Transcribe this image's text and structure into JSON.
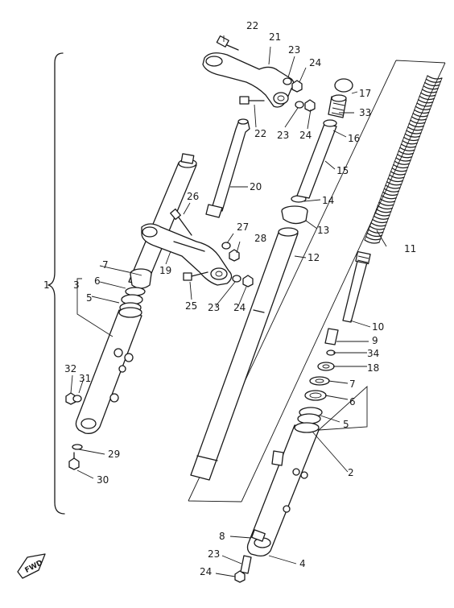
{
  "labels": {
    "l1": "1",
    "l2": "2",
    "l3": "3",
    "l4": "4",
    "l5a": "5",
    "l5b": "5",
    "l6a": "6",
    "l6b": "6",
    "l7a": "7",
    "l7b": "7",
    "l8": "8",
    "l9": "9",
    "l10": "10",
    "l11": "11",
    "l12": "12",
    "l13": "13",
    "l14": "14",
    "l15": "15",
    "l16": "16",
    "l17": "17",
    "l18": "18",
    "l19": "19",
    "l20": "20",
    "l21": "21",
    "l22a": "22",
    "l22b": "22",
    "l23a": "23",
    "l23b": "23",
    "l23c": "23",
    "l23d": "23",
    "l24a": "24",
    "l24b": "24",
    "l24c": "24",
    "l24d": "24",
    "l25": "25",
    "l26": "26",
    "l27": "27",
    "l28": "28",
    "l29": "29",
    "l30": "30",
    "l31": "31",
    "l32": "32",
    "l33": "33",
    "l34": "34"
  },
  "badge": {
    "fwd": "FWD"
  },
  "colors": {
    "ink": "#1a1a1a",
    "paper": "#ffffff"
  }
}
